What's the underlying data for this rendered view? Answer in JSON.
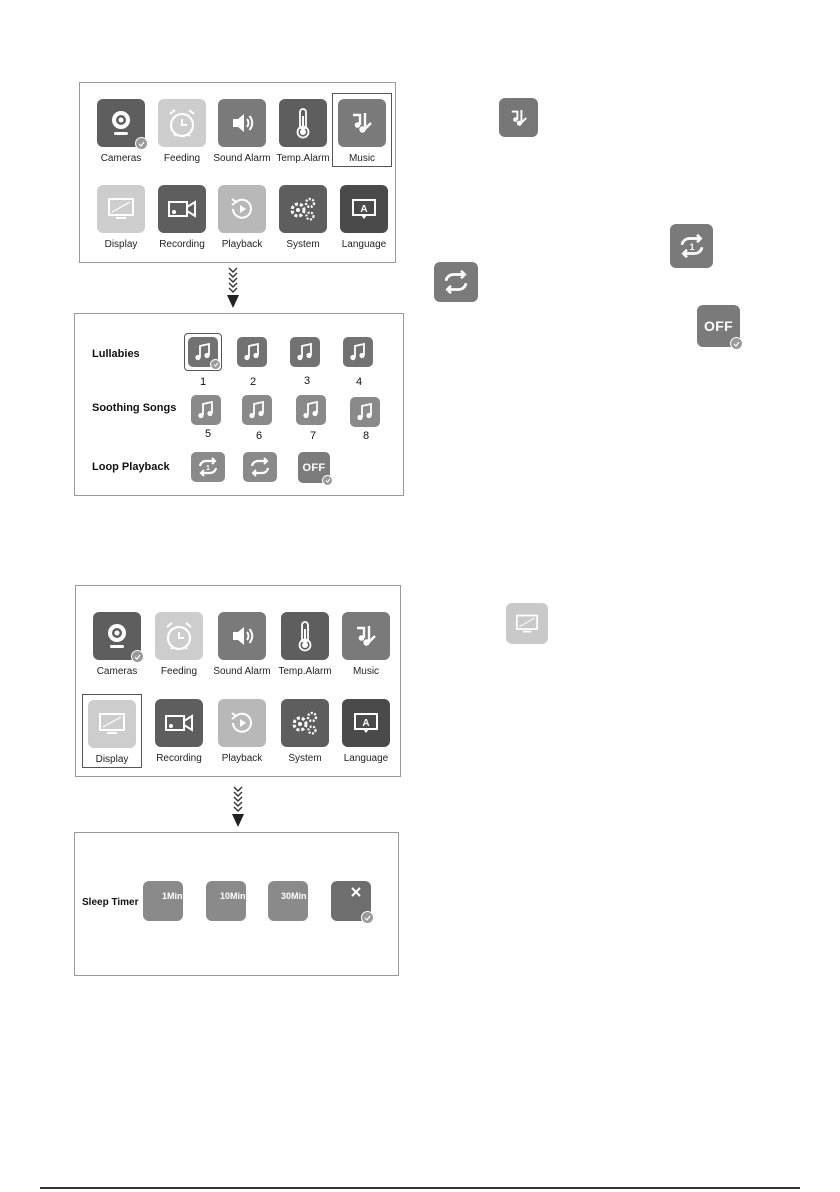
{
  "menu": {
    "items": [
      {
        "label": "Cameras",
        "icon": "camera-icon"
      },
      {
        "label": "Feeding",
        "icon": "alarm-clock-icon"
      },
      {
        "label": "Sound Alarm",
        "icon": "speaker-icon"
      },
      {
        "label": "Temp.Alarm",
        "icon": "thermometer-icon"
      },
      {
        "label": "Music",
        "icon": "music-note-icon"
      },
      {
        "label": "Display",
        "icon": "monitor-icon"
      },
      {
        "label": "Recording",
        "icon": "video-camera-icon"
      },
      {
        "label": "Playback",
        "icon": "playback-icon"
      },
      {
        "label": "System",
        "icon": "gears-icon"
      },
      {
        "label": "Language",
        "icon": "language-icon"
      }
    ]
  },
  "music_menu": {
    "lullabies_label": "Lullabies",
    "soothing_label": "Soothing Songs",
    "loop_label": "Loop Playback",
    "lullabies": [
      "1",
      "2",
      "3",
      "4"
    ],
    "soothing": [
      "5",
      "6",
      "7",
      "8"
    ],
    "loop_off_label": "OFF"
  },
  "display_menu": {
    "sleep_timer_label": "Sleep Timer",
    "timers": [
      "1Min",
      "10Min",
      "30Min"
    ]
  },
  "side_icons": {
    "off_label": "OFF"
  }
}
